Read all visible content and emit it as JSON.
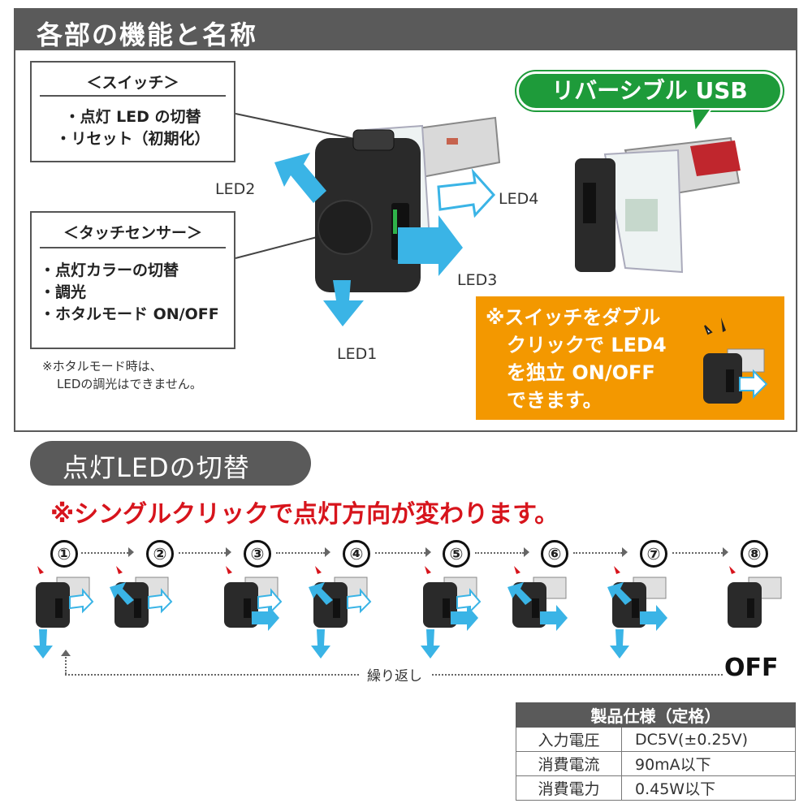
{
  "section1": {
    "title": "各部の機能と名称",
    "switch_box": {
      "title": "＜スイッチ＞",
      "items": [
        "・点灯 LED の切替",
        "・リセット（初期化）"
      ]
    },
    "touch_box": {
      "title": "＜タッチセンサー＞",
      "items": [
        "・点灯カラーの切替",
        "・調光",
        "・ホタルモード ON/OFF"
      ]
    },
    "note_lines": [
      "※ホタルモード時は、",
      "LEDの調光はできません。"
    ],
    "led_labels": {
      "led1": "LED1",
      "led2": "LED2",
      "led3": "LED3",
      "led4": "LED4"
    },
    "reversible_usb": "リバーシブル USB",
    "orange_note_lines": [
      "※スイッチをダブル",
      "クリックで LED4",
      "を独立 ON/OFF",
      "できます。"
    ]
  },
  "section2": {
    "title": "点灯LEDの切替",
    "red_note": "※シングルクリックで点灯方向が変わります。",
    "steps": [
      "①",
      "②",
      "③",
      "④",
      "⑤",
      "⑥",
      "⑦",
      "⑧"
    ],
    "repeat_label": "繰り返し",
    "off_label": "OFF"
  },
  "spec": {
    "title": "製品仕様（定格）",
    "rows": [
      {
        "label": "入力電圧",
        "value": "DC5V(±0.25V)"
      },
      {
        "label": "消費電流",
        "value": "90mA以下"
      },
      {
        "label": "消費電力",
        "value": "0.45W以下"
      }
    ]
  },
  "colors": {
    "header_gray": "#5a5a5a",
    "accent_blue": "#3ab4e6",
    "usb_green": "#1e9b3a",
    "note_orange": "#f39800",
    "alert_red": "#d7141c"
  }
}
